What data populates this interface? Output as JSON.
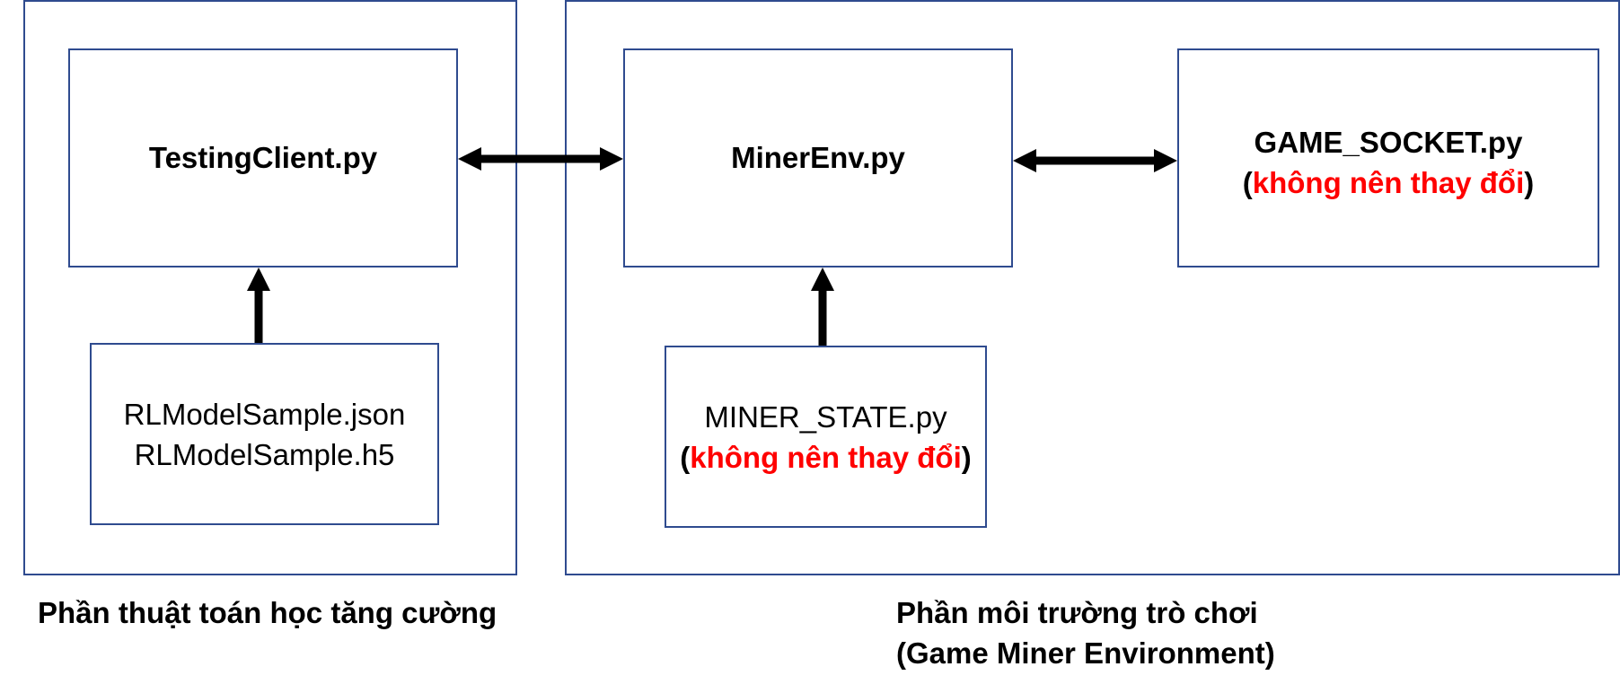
{
  "left_panel": {
    "caption": "Phần thuật toán học tăng cường"
  },
  "right_panel": {
    "caption_line1": "Phần môi trường trò chơi",
    "caption_line2": "(Game Miner Environment)"
  },
  "nodes": {
    "testing_client": {
      "label": "TestingClient.py"
    },
    "model_files": {
      "line1": "RLModelSample.json",
      "line2": "RLModelSample.h5"
    },
    "miner_env": {
      "label": "MinerEnv.py"
    },
    "game_socket": {
      "label": "GAME_SOCKET.py",
      "note_open": "(",
      "note": "không nên thay đổi",
      "note_close": ")"
    },
    "miner_state": {
      "label": "MINER_STATE.py",
      "note_open": "(",
      "note": "không nên thay đổi",
      "note_close": ")"
    }
  },
  "edges": [
    {
      "from": "testing_client",
      "to": "miner_env",
      "direction": "both"
    },
    {
      "from": "miner_env",
      "to": "game_socket",
      "direction": "both"
    },
    {
      "from": "model_files",
      "to": "testing_client",
      "direction": "forward"
    },
    {
      "from": "miner_state",
      "to": "miner_env",
      "direction": "forward"
    }
  ],
  "colors": {
    "border": "#2f4b8f",
    "warning_text": "#ff0000",
    "arrow": "#000000"
  }
}
